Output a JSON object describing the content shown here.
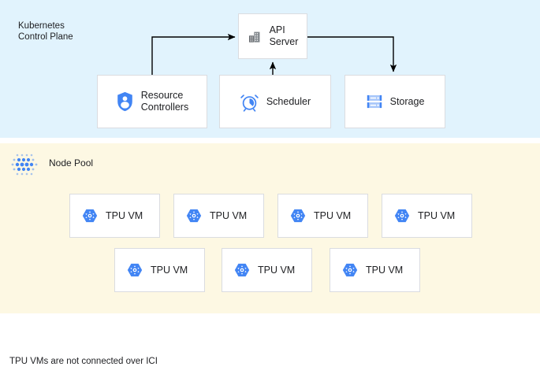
{
  "diagram": {
    "caption": "TPU VMs are not connected over ICI",
    "colors": {
      "control_plane_bg": "#e1f3fd",
      "node_pool_bg": "#fdf8e3",
      "accent_blue": "#4285f4",
      "icon_gray": "#5f6368",
      "box_border": "#dadce0",
      "text": "#202124",
      "connector": "#000000"
    }
  },
  "control_plane": {
    "label": "Kubernetes\nControl Plane",
    "nodes": [
      {
        "id": "api-server",
        "label": "API\nServer",
        "icon": "building-icon"
      },
      {
        "id": "resource-controllers",
        "label": "Resource\nControllers",
        "icon": "shield-user-icon"
      },
      {
        "id": "scheduler",
        "label": "Scheduler",
        "icon": "alarm-clock-icon"
      },
      {
        "id": "storage",
        "label": "Storage",
        "icon": "server-rack-icon"
      }
    ],
    "connections": [
      {
        "from": "resource-controllers",
        "to": "api-server",
        "direction": "to-api-server"
      },
      {
        "from": "scheduler",
        "to": "api-server",
        "direction": "to-api-server"
      },
      {
        "from": "api-server",
        "to": "storage",
        "direction": "to-storage"
      }
    ]
  },
  "node_pool": {
    "label": "Node Pool",
    "icon": "dot-grid-icon",
    "rows": [
      {
        "cards": [
          {
            "label": "TPU VM",
            "icon": "tpu-hexagon-icon"
          },
          {
            "label": "TPU VM",
            "icon": "tpu-hexagon-icon"
          },
          {
            "label": "TPU VM",
            "icon": "tpu-hexagon-icon"
          },
          {
            "label": "TPU VM",
            "icon": "tpu-hexagon-icon"
          }
        ]
      },
      {
        "cards": [
          {
            "label": "TPU VM",
            "icon": "tpu-hexagon-icon"
          },
          {
            "label": "TPU VM",
            "icon": "tpu-hexagon-icon"
          },
          {
            "label": "TPU VM",
            "icon": "tpu-hexagon-icon"
          }
        ]
      }
    ]
  }
}
